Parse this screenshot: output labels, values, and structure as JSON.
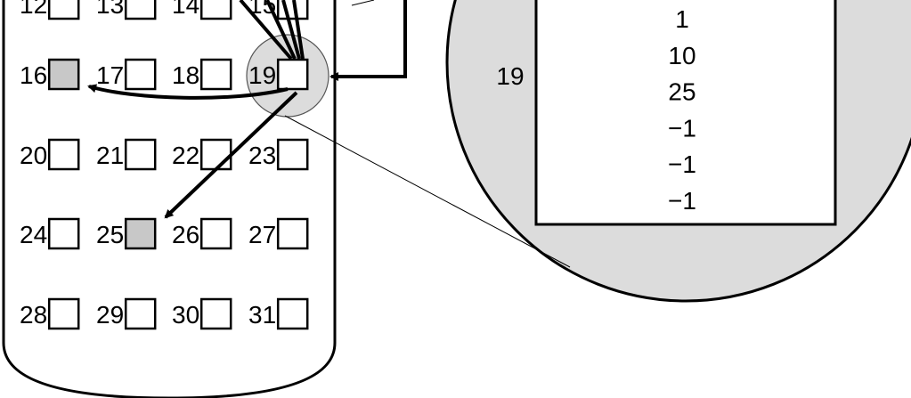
{
  "disk": {
    "blocks": [
      {
        "label": "12",
        "shaded": false
      },
      {
        "label": "13",
        "shaded": false
      },
      {
        "label": "14",
        "shaded": false
      },
      {
        "label": "15",
        "shaded": false
      },
      {
        "label": "16",
        "shaded": true
      },
      {
        "label": "17",
        "shaded": false
      },
      {
        "label": "18",
        "shaded": false
      },
      {
        "label": "19",
        "shaded": false
      },
      {
        "label": "20",
        "shaded": false
      },
      {
        "label": "21",
        "shaded": false
      },
      {
        "label": "22",
        "shaded": false
      },
      {
        "label": "23",
        "shaded": false
      },
      {
        "label": "24",
        "shaded": false
      },
      {
        "label": "25",
        "shaded": true
      },
      {
        "label": "26",
        "shaded": false
      },
      {
        "label": "27",
        "shaded": false
      },
      {
        "label": "28",
        "shaded": false
      },
      {
        "label": "29",
        "shaded": false
      },
      {
        "label": "30",
        "shaded": false
      },
      {
        "label": "31",
        "shaded": false
      }
    ]
  },
  "zoom": {
    "block_label": "19",
    "values": [
      "1",
      "10",
      "25",
      "−1",
      "−1",
      "−1"
    ]
  },
  "colors": {
    "shaded_block": "#c8c8c8",
    "zoom_fill": "#dcdcdc",
    "stroke": "#000000"
  }
}
